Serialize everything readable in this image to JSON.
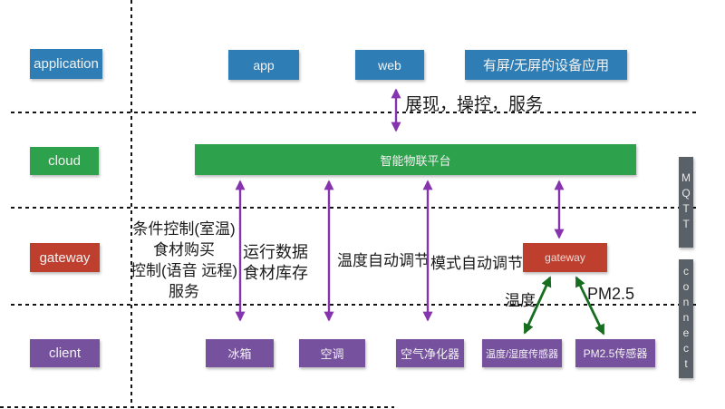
{
  "colors": {
    "app_box_blue": "#2e7eb5",
    "cloud_green": "#2da14b",
    "gateway_red": "#bf3f2f",
    "client_purple": "#76529e",
    "protocol_gray": "#5a6067",
    "flow_arrow_purple": "#8633ae",
    "sensor_arrow_green": "#176d20"
  },
  "layer_labels": {
    "application": "application",
    "cloud": "cloud",
    "gateway": "gateway",
    "client": "client"
  },
  "application_row": {
    "app": "app",
    "web": "web",
    "device_app": "有屏/无屏的设备应用"
  },
  "cloud_row": {
    "platform": "智能物联平台"
  },
  "gateway_row": {
    "gateway_node": "gateway",
    "annotations": {
      "display_flow": "展现，操控，服务",
      "fridge_control": [
        "条件控制(室温)",
        "食材购买",
        "控制(语音 远程)",
        "服务"
      ],
      "fridge_data": [
        "运行数据",
        "食材库存"
      ],
      "ac_flow": "温度自动调节",
      "purifier_flow": "模式自动调节",
      "temperature_flow": "温度",
      "pm25_flow": "PM2.5"
    }
  },
  "client_row": {
    "devices": [
      {
        "label": "冰箱"
      },
      {
        "label": "空调"
      },
      {
        "label": "空气净化器"
      },
      {
        "label": "温度/湿度传感器"
      },
      {
        "label": "PM2.5传感器"
      }
    ]
  },
  "protocol": {
    "mqtt": "MQTT",
    "connect": "connect"
  }
}
